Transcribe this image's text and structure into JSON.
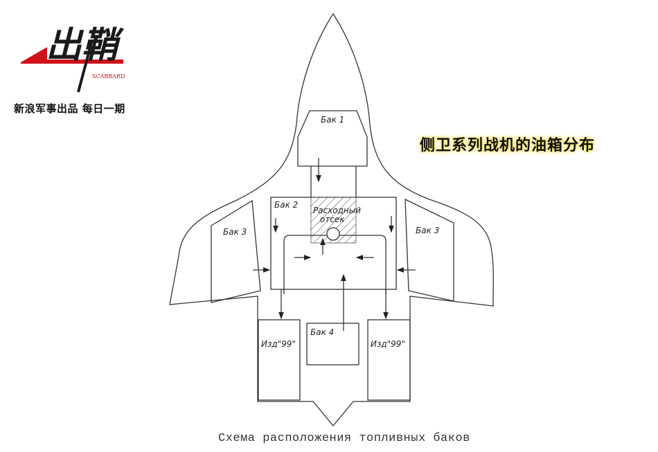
{
  "logo": {
    "text": "出鞘",
    "subtext": "SCABBARD"
  },
  "tagline": "新浪军事出品 每日一期",
  "headline": "侧卫系列战机的油箱分布",
  "diagram": {
    "tanks": {
      "tank1": "Бак 1",
      "tank2": "Бак 2",
      "tank3_left": "Бак 3",
      "tank3_right": "Бак 3",
      "tank4": "Бак 4",
      "feed_line1": "Расходный",
      "feed_line2": "отсек",
      "engine_left": "Изд\"99\"",
      "engine_right": "Изд\"99\""
    },
    "caption": "Схема расположения топливных баков"
  },
  "colors": {
    "accent": "#d0121b",
    "highlight": "#f5e36a"
  }
}
